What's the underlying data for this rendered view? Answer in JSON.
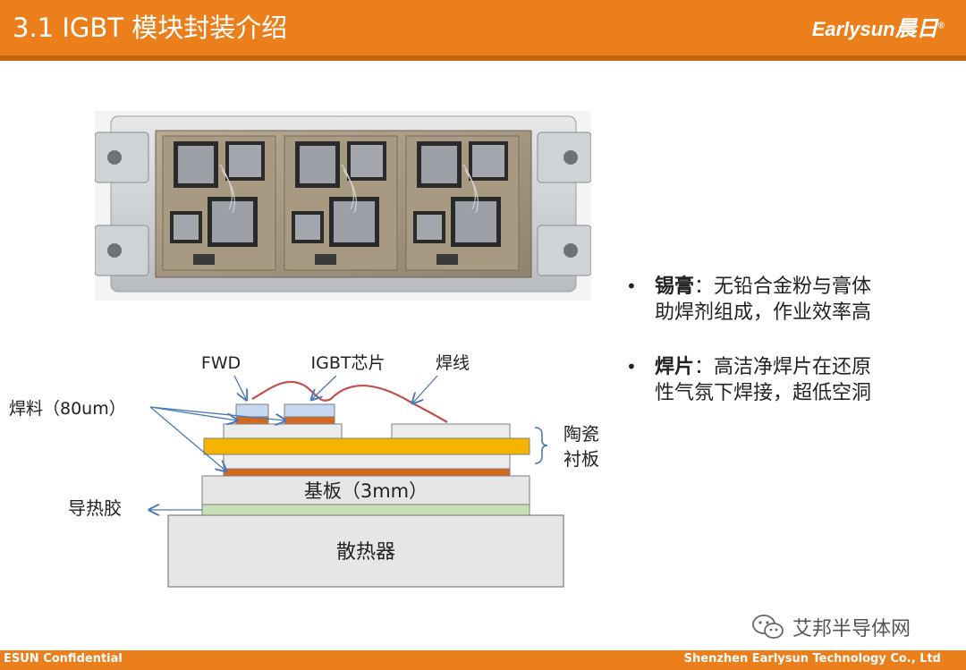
{
  "header": {
    "title": "3.1 IGBT 模块封装介绍",
    "logo_text": "Earlysun",
    "logo_cn": "晨日",
    "logo_mark": "®"
  },
  "bullets": [
    {
      "term": "锡膏",
      "line1": "：无铅合金粉与膏体",
      "line2": "助焊剂组成，作业效率高"
    },
    {
      "term": "焊片",
      "line1": "：高洁净焊片在还原",
      "line2": "性气氛下焊接，超低空洞"
    }
  ],
  "diagram": {
    "fwd": "FWD",
    "igbt_chip": "IGBT芯片",
    "bond_wire": "焊线",
    "solder": "焊料（80um）",
    "ceramic_line1": "陶瓷",
    "ceramic_line2": "衬板",
    "baseplate": "基板（3mm）",
    "thermal_paste": "导热胶",
    "heatsink": "散热器"
  },
  "footer": {
    "left": "ESUN Confidential",
    "right": "Shenzhen Earlysun Technology Co., Ltd"
  },
  "watermark": {
    "text": "艾邦半导体网"
  },
  "colors": {
    "accent": "#ea7f1c",
    "ceramic": "#f5b400",
    "solder": "#d2691e",
    "chip": "#c5d8f0",
    "thermal_paste": "#c6dfb4",
    "arrow": "#4a78b5",
    "wire": "#c0504d"
  },
  "icons": [
    "wechat-icon",
    "bullet-icon",
    "arrow-icon"
  ]
}
